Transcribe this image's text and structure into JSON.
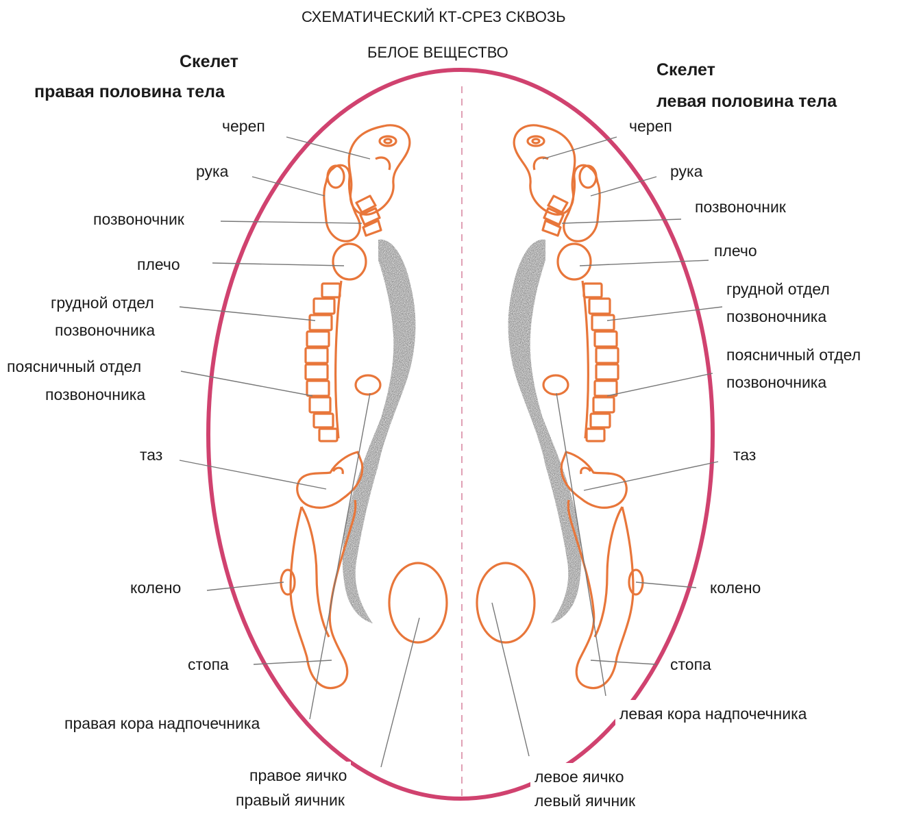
{
  "title_line1": "СХЕМАТИЧЕСКИЙ КТ-СРЕЗ СКВОЗЬ",
  "title_line2": "БЕЛОЕ ВЕЩЕСТВО",
  "right_half": {
    "heading_1": "Скелет",
    "heading_2": "правая половина тела",
    "skull": "череп",
    "arm": "рука",
    "spine": "позвоночник",
    "shoulder": "плечо",
    "thoracic_1": "грудной отдел",
    "thoracic_2": "позвоночника",
    "lumbar_1": "поясничный отдел",
    "lumbar_2": "позвоночника",
    "pelvis": "таз",
    "knee": "колено",
    "foot": "стопа",
    "adrenal": "правая кора надпочечника",
    "gonad_1": "правое яичко",
    "gonad_2": "правый яичник"
  },
  "left_half": {
    "heading_1": "Скелет",
    "heading_2": "левая половина тела",
    "skull": "череп",
    "arm": "рука",
    "spine": "позвоночник",
    "shoulder": "плечо",
    "thoracic_1": "грудной отдел",
    "thoracic_2": "позвоночника",
    "lumbar_1": "поясничный отдел",
    "lumbar_2": "позвоночника",
    "pelvis": "таз",
    "knee": "колено",
    "foot": "стопа",
    "adrenal": "левая кора надпочечника",
    "gonad_1": "левое яичко",
    "gonad_2": "левый яичник"
  },
  "colors": {
    "outline": "#d0426f",
    "skeleton": "#e8763a",
    "cortex": "#2a2a2a",
    "leader": "#777777"
  }
}
